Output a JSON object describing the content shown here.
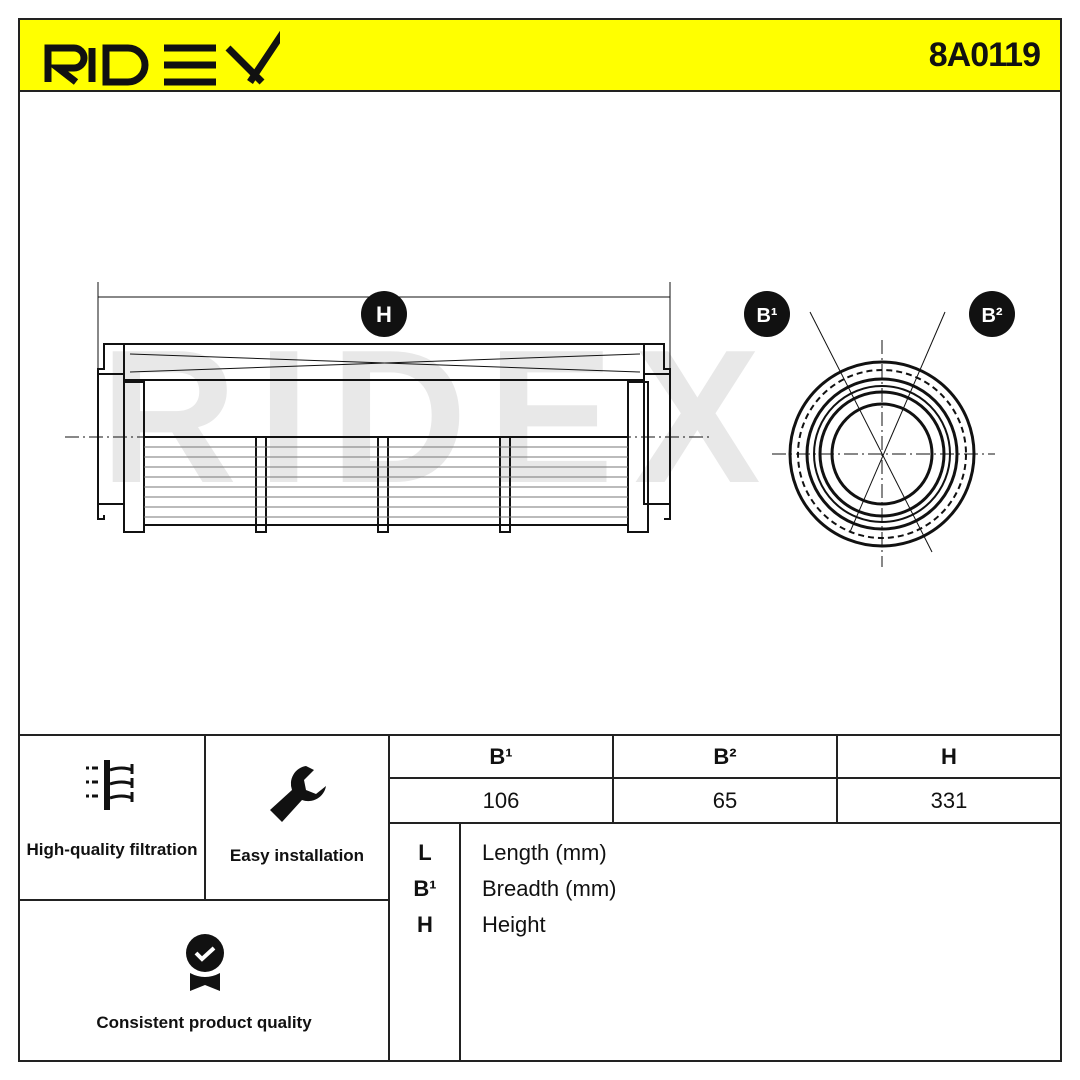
{
  "header": {
    "brand": "RIDEX",
    "part_number": "8A0119",
    "accent": "#ffff00"
  },
  "drawing": {
    "label_h": "H",
    "label_b1": "B¹",
    "label_b2": "B²",
    "watermark": "RIDEX"
  },
  "features": [
    {
      "icon": "filtration-icon",
      "label": "High-quality filtration"
    },
    {
      "icon": "wrench-icon",
      "label": "Easy installation"
    },
    {
      "icon": "quality-badge-icon",
      "label": "Consistent product quality"
    }
  ],
  "dimensions": {
    "headers": [
      "B¹",
      "B²",
      "H"
    ],
    "values": [
      "106",
      "65",
      "331"
    ]
  },
  "legend": [
    {
      "key": "L",
      "text": "Length (mm)"
    },
    {
      "key": "B¹",
      "text": "Breadth (mm)"
    },
    {
      "key": "H",
      "text": "Height"
    }
  ]
}
